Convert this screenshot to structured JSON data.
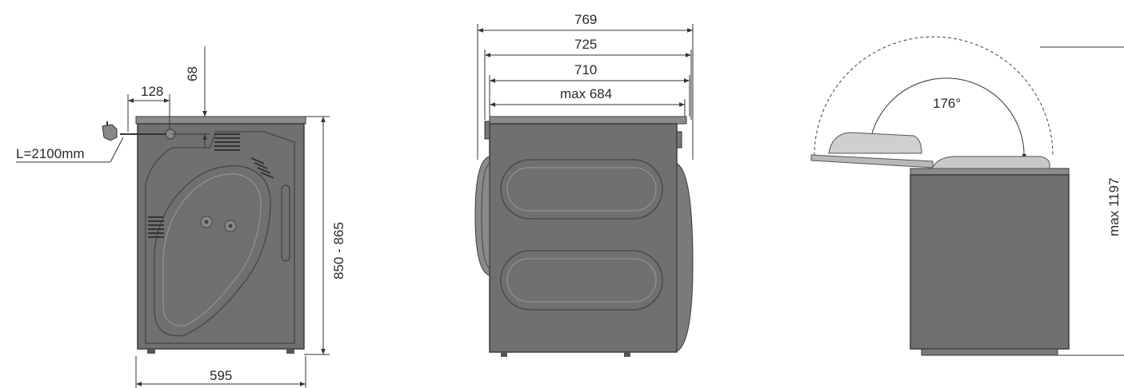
{
  "rear_view": {
    "width": "595",
    "height": "850 - 865",
    "cable_length": "L=2100mm",
    "offset_horizontal": "128",
    "offset_vertical": "68"
  },
  "side_view": {
    "depth_overall": "769",
    "depth_2": "725",
    "depth_3": "710",
    "depth_max": "max 684"
  },
  "lid_view": {
    "angle": "176°",
    "max_height": "max 1197"
  }
}
